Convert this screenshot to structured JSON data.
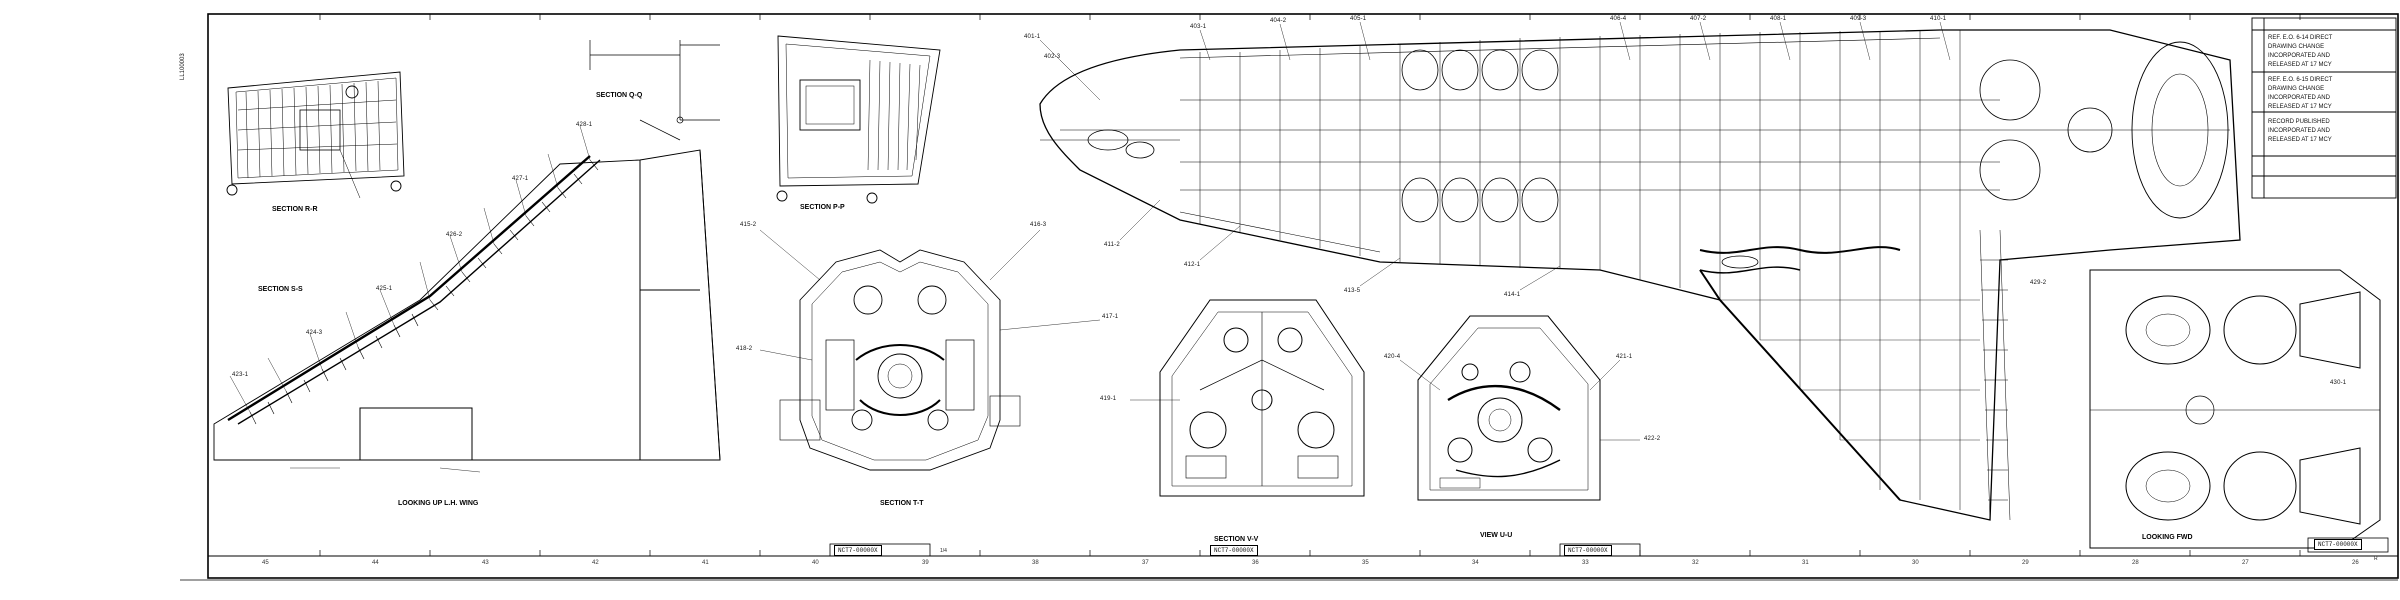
{
  "sheet": {
    "margin_id": "LL100003",
    "drawing_numbers": [
      "NCT7-00000X",
      "NCT7-00000X",
      "NCT7-00000X",
      "NCT7-00000X"
    ],
    "sheet_marks": [
      "1/4",
      "R"
    ]
  },
  "views": {
    "section_qq": "SECTION Q-Q",
    "section_rr": "SECTION R-R",
    "section_pp": "SECTION P-P",
    "section_ss": "SECTION S-S",
    "section_tt": "SECTION T-T",
    "section_vv": "SECTION V-V",
    "view_uu": "VIEW U-U",
    "looking_up": "LOOKING UP L.H. WING",
    "looking_fwd": "LOOKING FWD"
  },
  "revisions": {
    "lines": [
      "REF. E.O. 6-14 DIRECT",
      "DRAWING CHANGE",
      "INCORPORATED AND",
      "RELEASED AT 17 MCY",
      "REF. E.O. 6-15 DIRECT",
      "DRAWING CHANGE",
      "INCORPORATED AND",
      "RELEASED AT 17 MCY",
      "RECORD PUBLISHED",
      "INCORPORATED AND",
      "RELEASED AT 17 MCY"
    ]
  },
  "zone_numbers": [
    "45",
    "44",
    "43",
    "42",
    "41",
    "40",
    "39",
    "38",
    "37",
    "36",
    "35",
    "34",
    "33",
    "32",
    "31",
    "30",
    "29",
    "28",
    "27",
    "26"
  ],
  "callouts": [
    "401-1",
    "402-3",
    "403-1",
    "404-2",
    "405-1",
    "406-4",
    "407-2",
    "408-1",
    "409-3",
    "410-1",
    "411-2",
    "412-1",
    "413-5",
    "414-1",
    "415-2",
    "416-3",
    "417-1",
    "418-2",
    "419-1",
    "420-4",
    "421-1",
    "422-2",
    "423-1",
    "424-3",
    "425-1",
    "426-2",
    "427-1",
    "428-1",
    "429-2",
    "430-1"
  ]
}
